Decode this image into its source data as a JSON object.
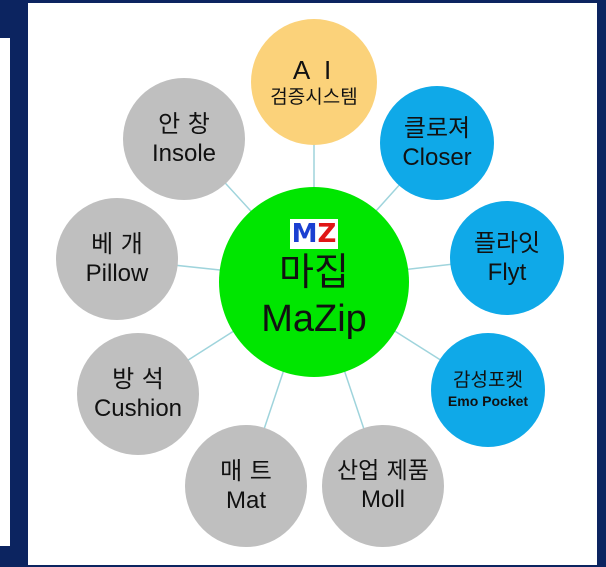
{
  "colors": {
    "frame": "#0c2460",
    "panel": "#ffffff",
    "gray_node": "#bfbfbf",
    "blue_node": "#0fa9e8",
    "yellow_node": "#fbd27a",
    "center_node": "#00e600",
    "connector": "#9fd4dc",
    "logo_m": "#1a3fd1",
    "logo_z": "#e01616"
  },
  "center": {
    "logo_m": "M",
    "logo_z": "Z",
    "korean": "마집",
    "english": "MaZip"
  },
  "nodes": [
    {
      "id": "ai",
      "line1": "A I",
      "line2": "검증시스템"
    },
    {
      "id": "closer",
      "line1": "클로져",
      "line2": "Closer"
    },
    {
      "id": "flyt",
      "line1": "플라잇",
      "line2": "Flyt"
    },
    {
      "id": "emo",
      "line1": "감성포켓",
      "line2": "Emo Pocket"
    },
    {
      "id": "moll",
      "line1": "산업 제품",
      "line2": "Moll"
    },
    {
      "id": "mat",
      "line1": "매 트",
      "line2": "Mat"
    },
    {
      "id": "cushion",
      "line1": "방 석",
      "line2": "Cushion"
    },
    {
      "id": "pillow",
      "line1": "베 개",
      "line2": "Pillow"
    },
    {
      "id": "insole",
      "line1": "안 창",
      "line2": "Insole"
    }
  ]
}
